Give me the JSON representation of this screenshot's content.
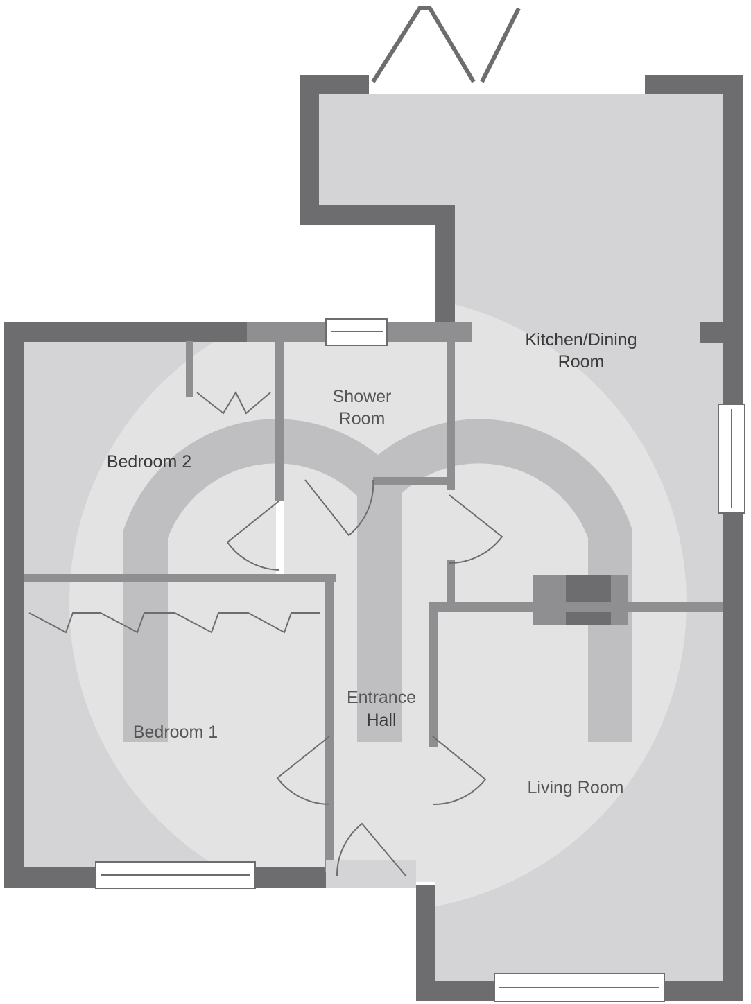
{
  "colors": {
    "floor": "#d4d4d6",
    "wall_outer": "#6d6d6f",
    "wall_inner": "#8f8f91",
    "watermark": "#ffffff",
    "window": "#ffffff"
  },
  "rooms": {
    "kitchen": {
      "line1": "Kitchen/Dining",
      "line2": "Room"
    },
    "shower": {
      "line1": "Shower",
      "line2": "Room"
    },
    "bedroom2": {
      "line1": "Bedroom 2"
    },
    "bedroom1": {
      "line1": "Bedroom 1"
    },
    "hall": {
      "line1": "Entrance",
      "line2": "Hall"
    },
    "living": {
      "line1": "Living Room"
    }
  },
  "watermark": {
    "icon": "m-logo-icon"
  }
}
